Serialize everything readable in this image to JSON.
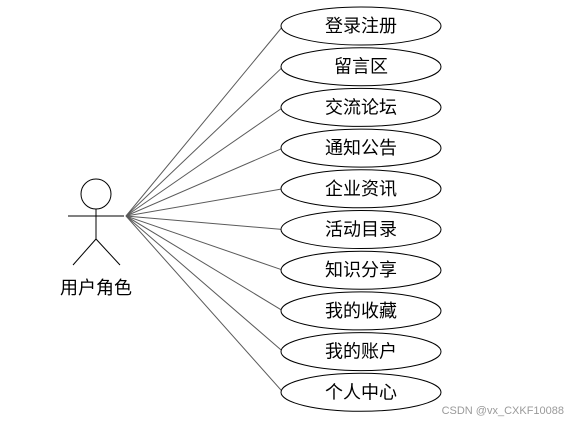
{
  "actor": {
    "label": "用户角色"
  },
  "use_cases": [
    {
      "label": "登录注册"
    },
    {
      "label": "留言区"
    },
    {
      "label": "交流论坛"
    },
    {
      "label": "通知公告"
    },
    {
      "label": "企业资讯"
    },
    {
      "label": "活动目录"
    },
    {
      "label": "知识分享"
    },
    {
      "label": "我的收藏"
    },
    {
      "label": "我的账户"
    },
    {
      "label": "个人中心"
    }
  ],
  "watermark": "CSDN @vx_CXKF10088",
  "colors": {
    "line": "#5a5a5a",
    "ellipse_stroke": "#000000",
    "ellipse_fill": "#ffffff",
    "text": "#000000"
  }
}
